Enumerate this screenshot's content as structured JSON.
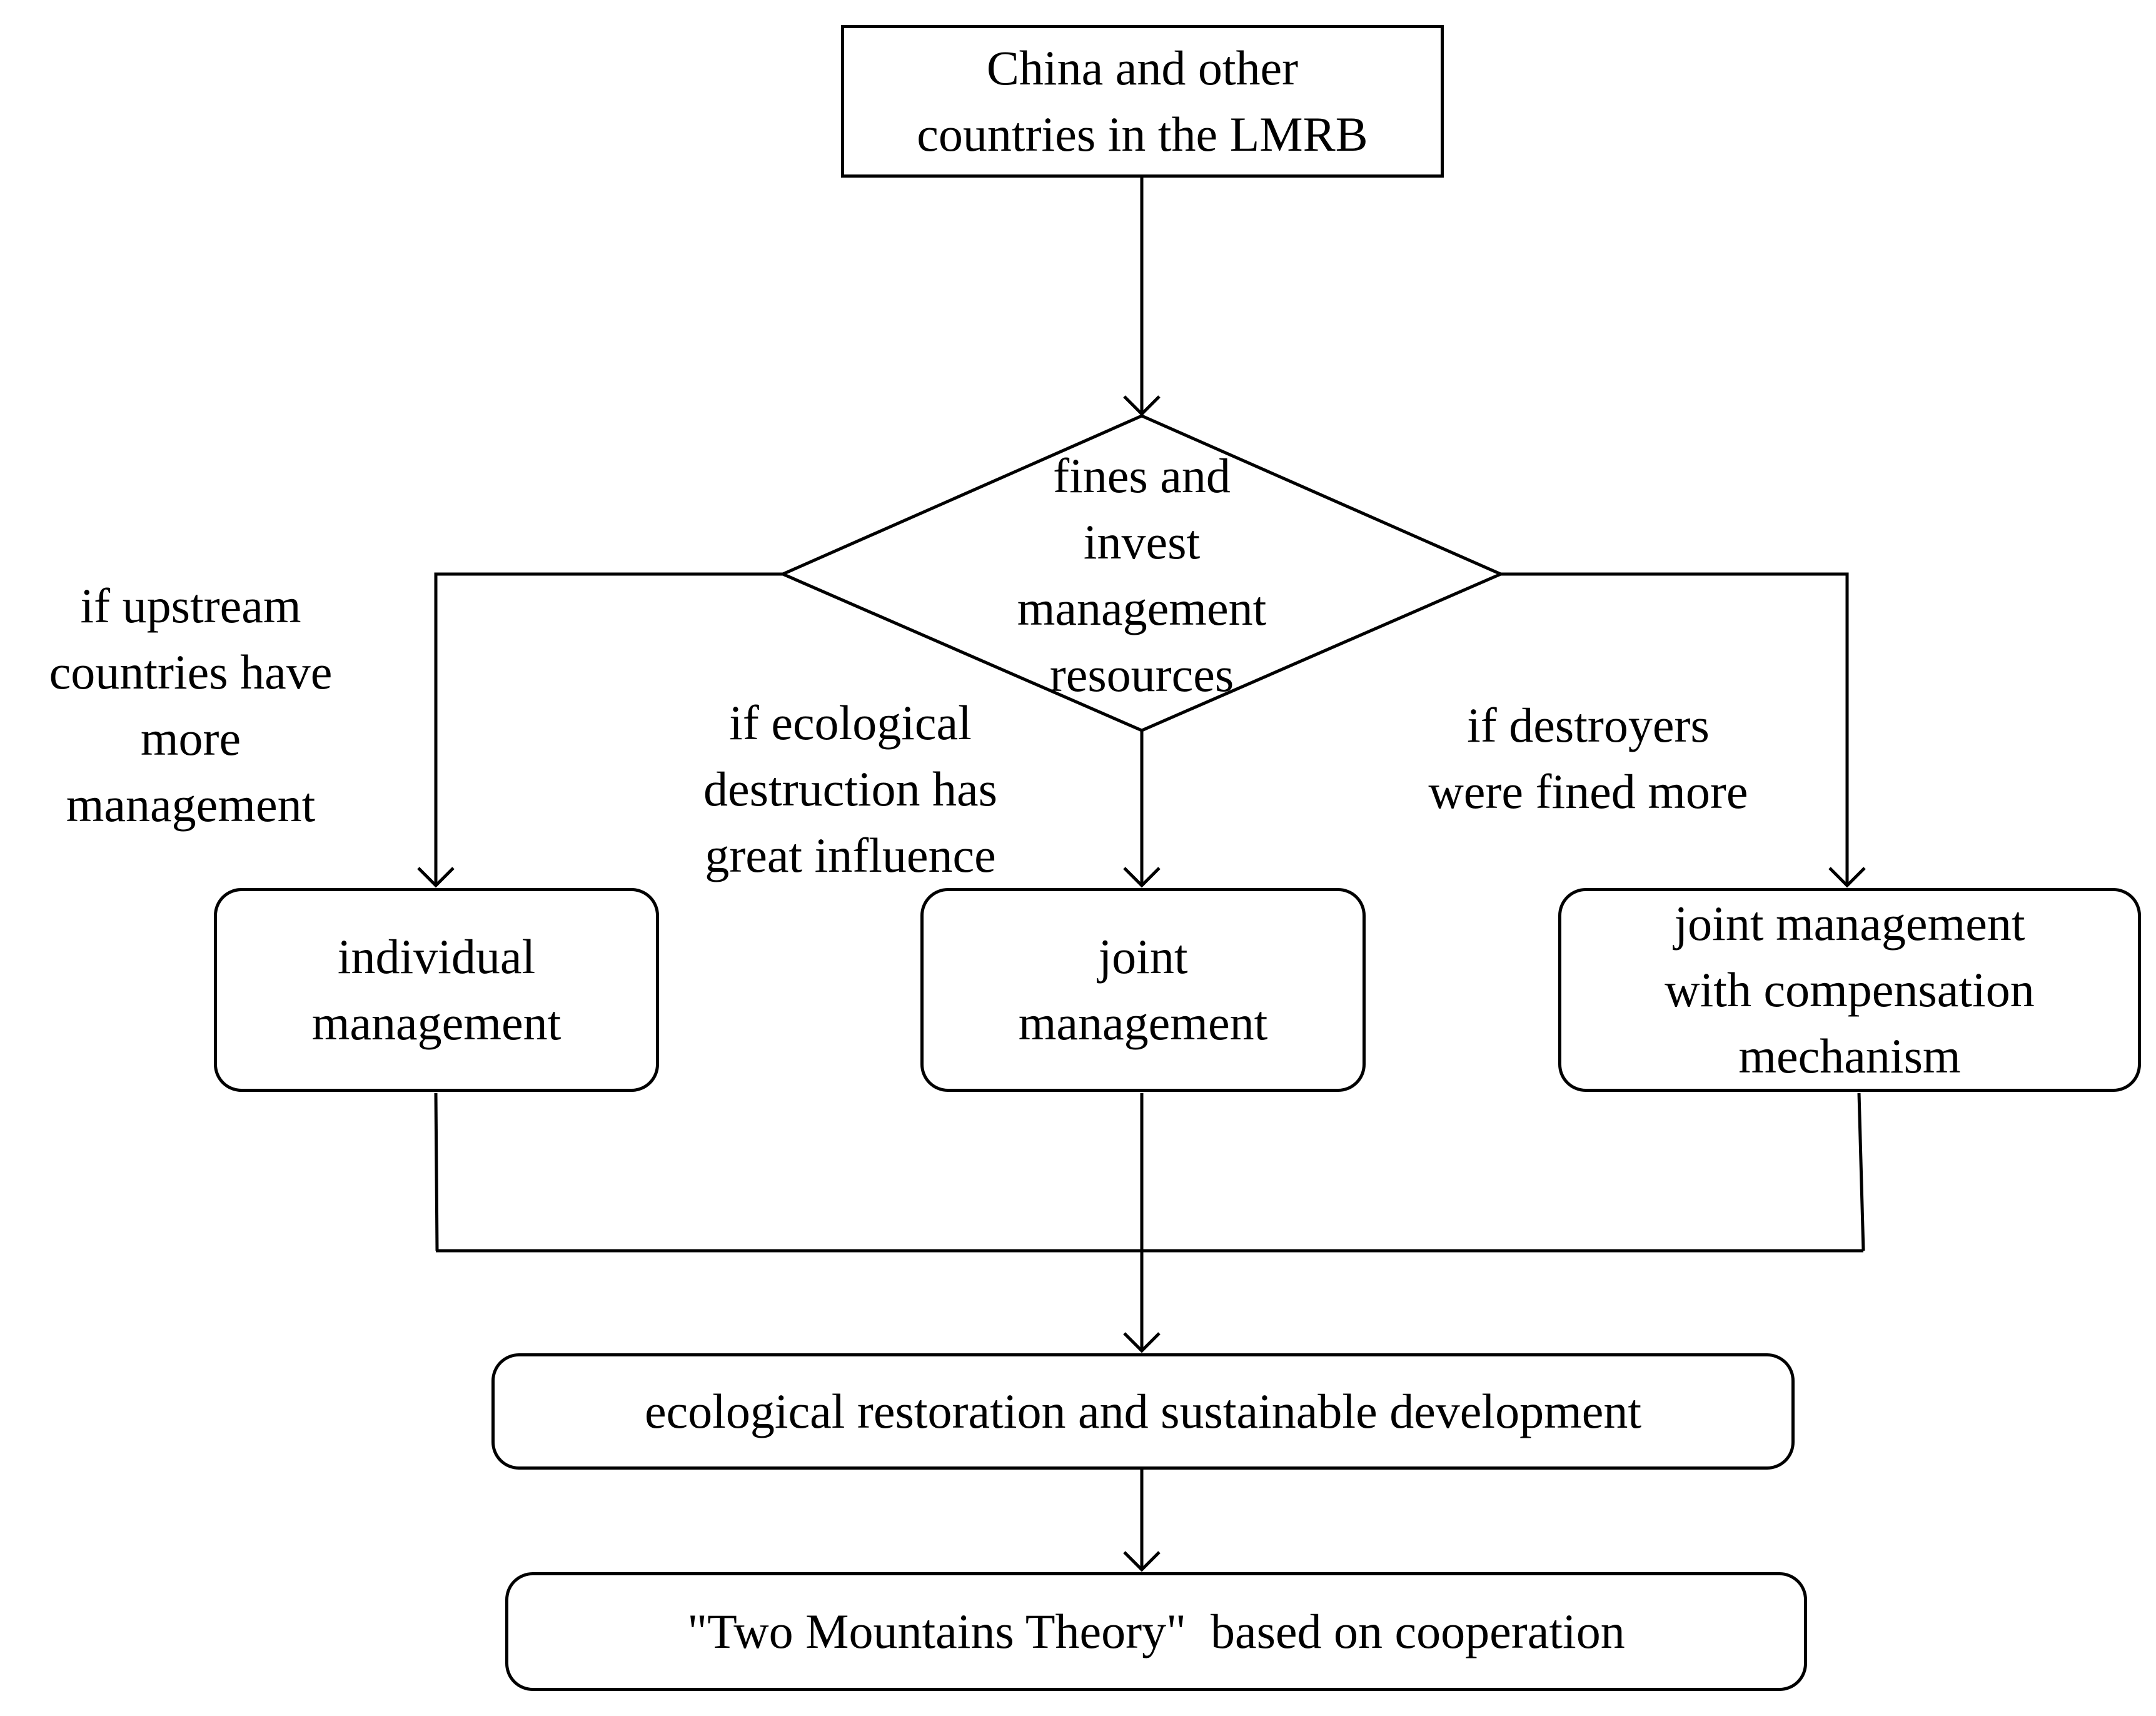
{
  "diagram": {
    "top_box": "China and other\ncountries in the LMRB",
    "decision": "fines and\ninvest\nmanagement\nresources",
    "branch_left_condition": "if upstream\ncountries have\nmore\nmanagement",
    "branch_middle_condition": "if ecological\ndestruction has\ngreat influence",
    "branch_right_condition": "if destroyers\nwere fined more",
    "outcome_left": "individual\nmanagement",
    "outcome_middle": "joint\nmanagement",
    "outcome_right": "joint management\nwith compensation\nmechanism",
    "result": "ecological restoration and sustainable development",
    "final": "\"Two Mountains Theory\"  based on cooperation"
  }
}
